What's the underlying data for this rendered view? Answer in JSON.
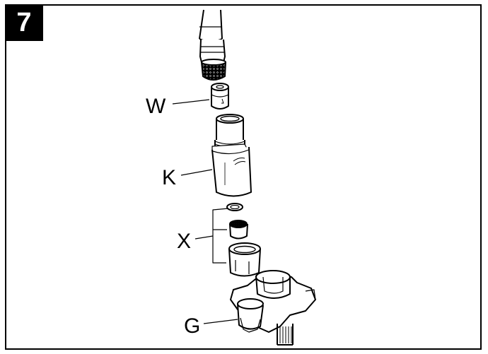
{
  "figure": {
    "step_number": "7",
    "callouts": {
      "w": "W",
      "k": "K",
      "x": "X",
      "g": "G"
    }
  },
  "colors": {
    "ink": "#000000",
    "paper": "#ffffff",
    "badge": "#000000"
  }
}
